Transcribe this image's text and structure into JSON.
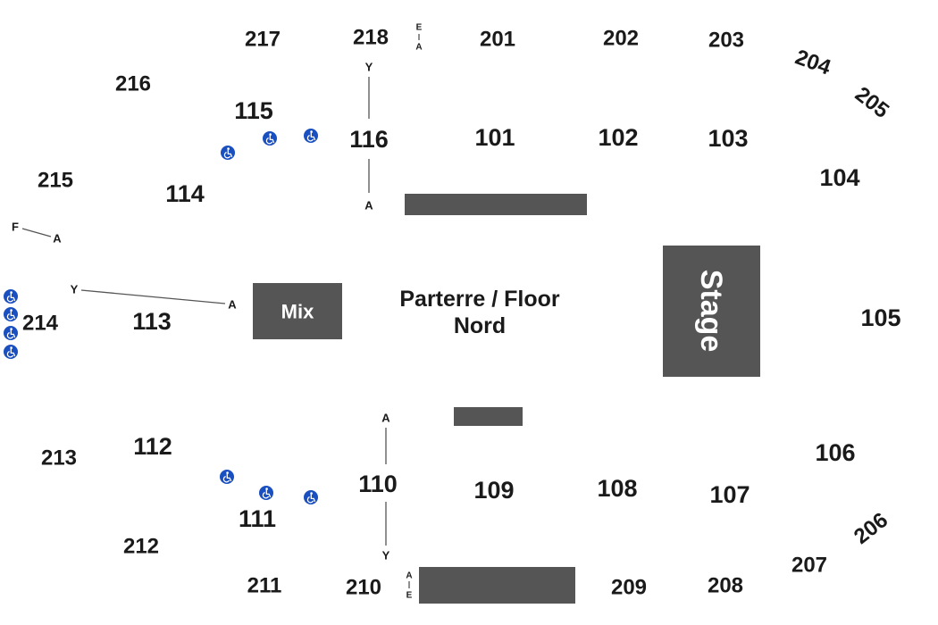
{
  "floor": {
    "line1": "Parterre / Floor",
    "line2": "Nord"
  },
  "stage_label": "Stage",
  "mix_label": "Mix",
  "sections_100": [
    "101",
    "102",
    "103",
    "104",
    "105",
    "106",
    "107",
    "108",
    "109",
    "110",
    "111",
    "112",
    "113",
    "114",
    "115",
    "116"
  ],
  "sections_200": [
    "201",
    "202",
    "203",
    "204",
    "205",
    "206",
    "207",
    "208",
    "209",
    "210",
    "211",
    "212",
    "213",
    "214",
    "215",
    "216",
    "217",
    "218"
  ],
  "row_markers": {
    "upper_aisle_top": "Y",
    "upper_aisle_bottom": "A",
    "lower_aisle_top": "A",
    "lower_aisle_bottom": "Y",
    "left_top_from": "F",
    "left_top_to": "A",
    "left_mid_from": "Y",
    "left_mid_to": "A",
    "top_small_1": "E",
    "top_small_2": "A",
    "bottom_small_1": "A",
    "bottom_small_2": "E"
  },
  "accessibility_icon": "wheelchair-icon",
  "colors": {
    "block": "#555555",
    "accessible": "#1a4fbf",
    "text": "#1a1a1a"
  }
}
